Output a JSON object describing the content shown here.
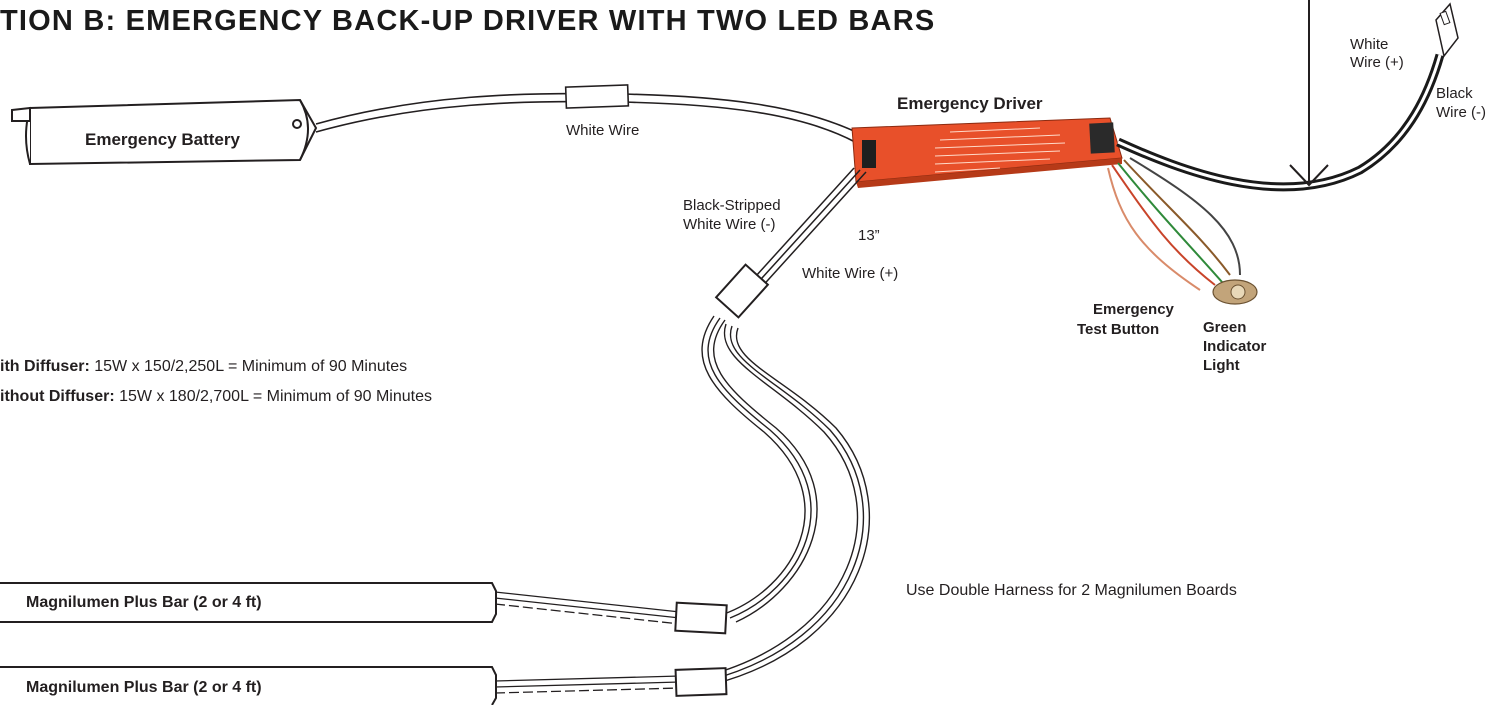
{
  "title": "TION B: EMERGENCY BACK-UP DRIVER WITH TWO LED BARS",
  "components": {
    "battery": "Emergency Battery",
    "driver": "Emergency Driver",
    "bar_1": "Magnilumen Plus Bar (2 or 4 ft)",
    "bar_2": "Magnilumen Plus Bar (2 or 4 ft)",
    "test_button": [
      "Emergency",
      "Test Button"
    ],
    "indicator": [
      "Green",
      "Indicator",
      "Light"
    ]
  },
  "wires": {
    "battery_wire": "White Wire",
    "neg_wire": [
      "Black-Stripped",
      "White Wire (-)"
    ],
    "length": "13”",
    "pos_wire": "White Wire (+)",
    "conn_white": [
      "White",
      "Wire (+)"
    ],
    "conn_black": [
      "Black",
      "Wire (-)"
    ]
  },
  "runtime": [
    {
      "label": "ith Diffuser:",
      "text": " 15W x 150/2,250L = Minimum of 90 Minutes"
    },
    {
      "label": "ithout Diffuser:",
      "text": " 15W x 180/2,700L = Minimum of 90 Minutes"
    }
  ],
  "note": "Use Double Harness for 2 Magnilumen Boards",
  "colors": {
    "driver_body": "#e8502a",
    "ink": "#231f20"
  }
}
